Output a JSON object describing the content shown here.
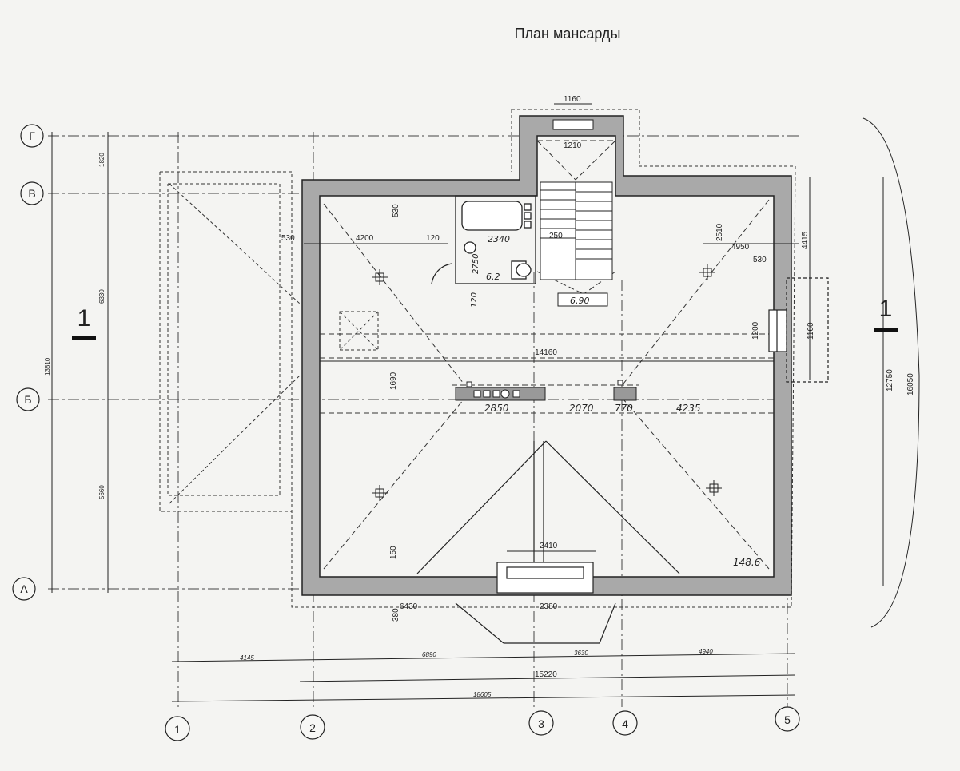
{
  "title": "План мансарды",
  "axes": {
    "rows": [
      "Г",
      "В",
      "Б",
      "А"
    ],
    "cols": [
      "1",
      "2",
      "3",
      "4",
      "5"
    ]
  },
  "section_mark": "1",
  "dims": {
    "top_1160": "1160",
    "top_1210": "1210",
    "d530_left": "530",
    "d4200": "4200",
    "d120": "120",
    "d530_v": "530",
    "d2340": "2340",
    "d250": "250",
    "d2750": "2750",
    "d62": "6.2",
    "d120_v": "120",
    "d690": "6.90",
    "d2510": "2510",
    "d4950": "4950",
    "d530_right": "530",
    "d4415": "4415",
    "d1200": "1200",
    "d1160_right": "1160",
    "d14160": "14160",
    "d1690": "1690",
    "d2850": "2850",
    "d2070": "2070",
    "d770": "770",
    "d4235": "4235",
    "d150": "150",
    "d2410": "2410",
    "d2380": "2380",
    "d1486": "148.6",
    "d380": "380",
    "d6430": "6430",
    "bot_4145": "4145",
    "bot_6890": "6890",
    "bot_3630": "3630",
    "bot_4940": "4940",
    "bot_15220": "15220",
    "bot_18605": "18605",
    "left_1820": "1820",
    "left_6330": "6330",
    "left_13810": "13810",
    "left_5660": "5660",
    "right_12750": "12750",
    "right_16050": "16050"
  },
  "colors": {
    "wall": "#a9a9a9",
    "line": "#222222"
  }
}
